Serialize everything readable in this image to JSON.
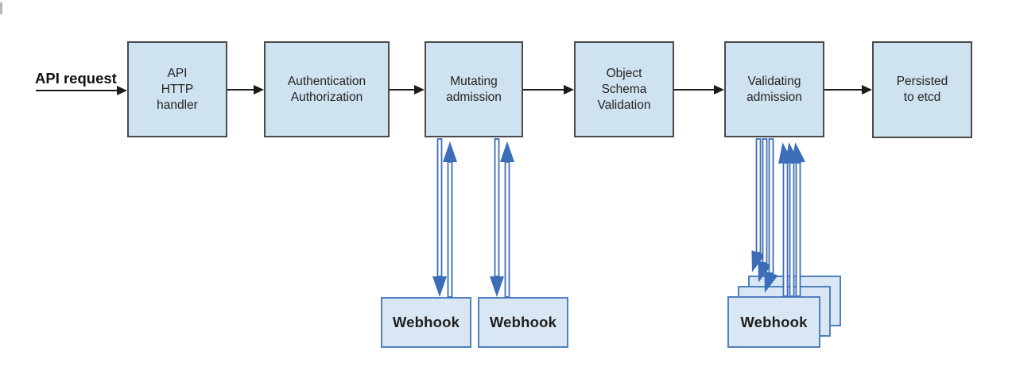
{
  "flow": {
    "request_label": "API request",
    "stages": [
      {
        "id": "api-http-handler",
        "label": "API\nHTTP\nhandler"
      },
      {
        "id": "authentication-authorization",
        "label": "Authentication\nAuthorization"
      },
      {
        "id": "mutating-admission",
        "label": "Mutating\nadmission"
      },
      {
        "id": "object-schema-validation",
        "label": "Object\nSchema\nValidation"
      },
      {
        "id": "validating-admission",
        "label": "Validating\nadmission"
      },
      {
        "id": "persisted-to-etcd",
        "label": "Persisted\nto etcd"
      }
    ],
    "mutating_webhooks": [
      {
        "label": "Webhook"
      },
      {
        "label": "Webhook"
      }
    ],
    "validating_webhook": {
      "label": "Webhook",
      "stacked_copies": 3
    },
    "colors": {
      "stage_fill": "#cfe2f0",
      "stage_border": "#4a4a4a",
      "webhook_fill": "#d9e6f3",
      "webhook_border": "#4f81bd",
      "flow_arrow": "#1b1b1b",
      "webhook_arrow": "#3c6db8",
      "label_text": "#242424",
      "background": "#ffffff"
    }
  }
}
